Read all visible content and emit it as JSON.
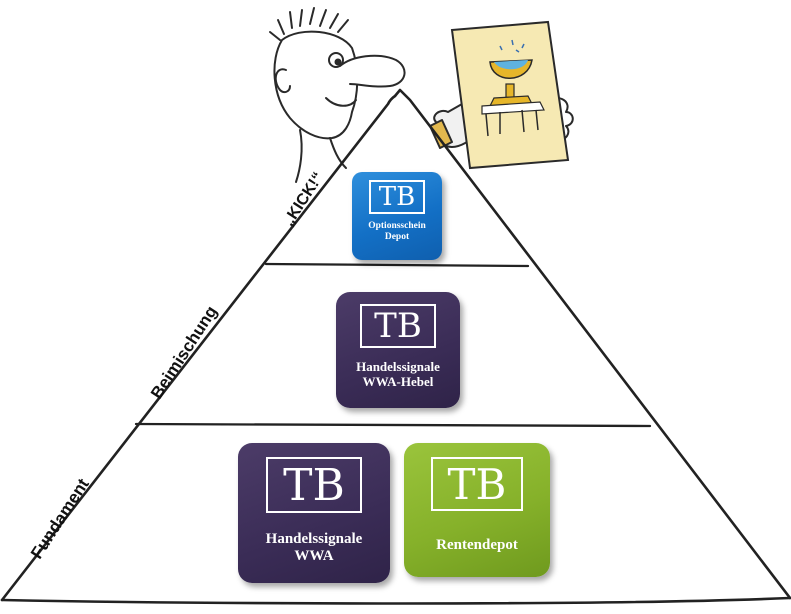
{
  "labels": {
    "kick": "„KICK!“",
    "beimischung": "Beimischung",
    "fundament": "Fundament"
  },
  "tiles": {
    "optionsschein": {
      "logo": "TB",
      "caption": "Optionsschein\nDepot",
      "color": "#1672c8"
    },
    "hebel": {
      "logo": "TB",
      "caption": "Handelssignale\nWWA-Hebel",
      "color": "#3b2d57"
    },
    "wwa": {
      "logo": "TB",
      "caption": "Handelssignale\nWWA",
      "color": "#3b2d57"
    },
    "renten": {
      "logo": "TB",
      "caption": "Rentendepot",
      "color": "#86b12a"
    }
  },
  "icons": [
    "cartoon-man-icon",
    "holy-grail-card-icon"
  ]
}
